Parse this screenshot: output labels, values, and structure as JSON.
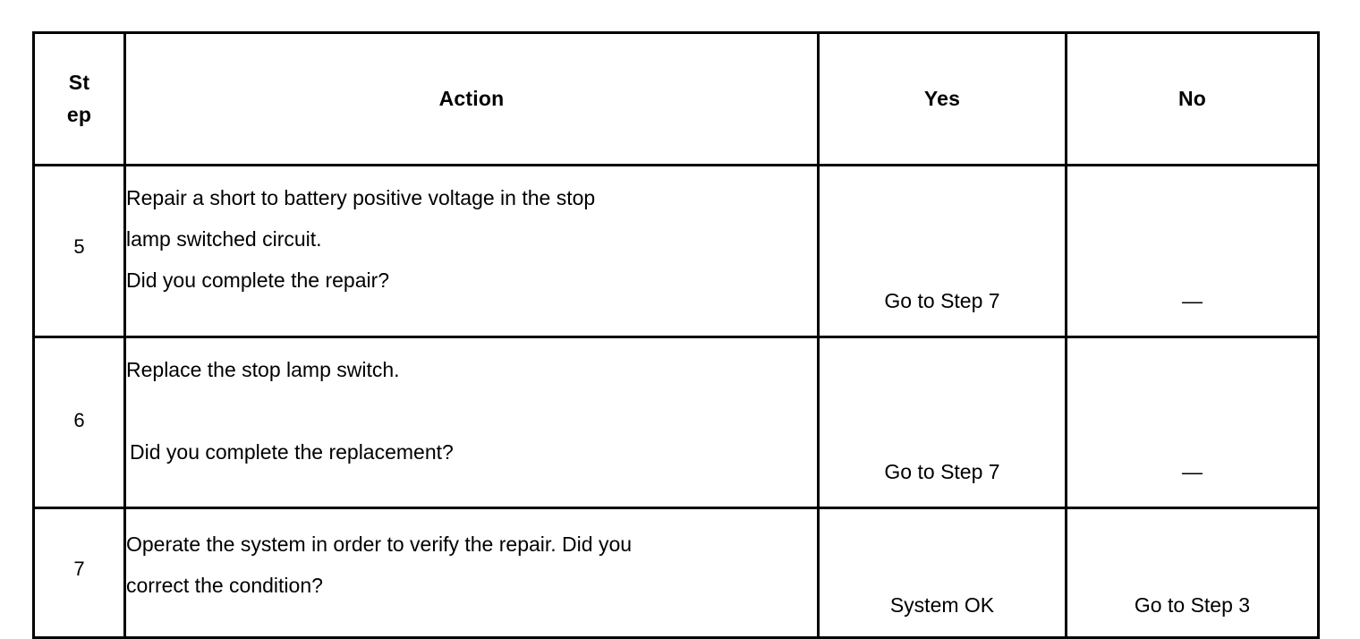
{
  "table": {
    "headers": {
      "step": {
        "line1": "St",
        "line2": "ep"
      },
      "action": "Action",
      "yes": "Yes",
      "no": "No"
    },
    "rows": [
      {
        "step": "5",
        "action_lines": [
          "Repair a short to battery positive voltage in the stop",
          "lamp switched circuit.",
          "Did you complete the repair?"
        ],
        "yes": "Go to Step 7",
        "no": "—"
      },
      {
        "step": "6",
        "action_lines": [
          "Replace the stop lamp switch.",
          "",
          "Did you complete the replacement?"
        ],
        "yes": "Go to Step 7",
        "no": "—"
      },
      {
        "step": "7",
        "action_lines": [
          "Operate the system in order to verify the repair. Did you",
          "correct the condition?"
        ],
        "yes": "System OK",
        "no": "Go to Step 3"
      }
    ]
  },
  "colors": {
    "border": "#000000",
    "text": "#000000",
    "background": "#ffffff"
  }
}
